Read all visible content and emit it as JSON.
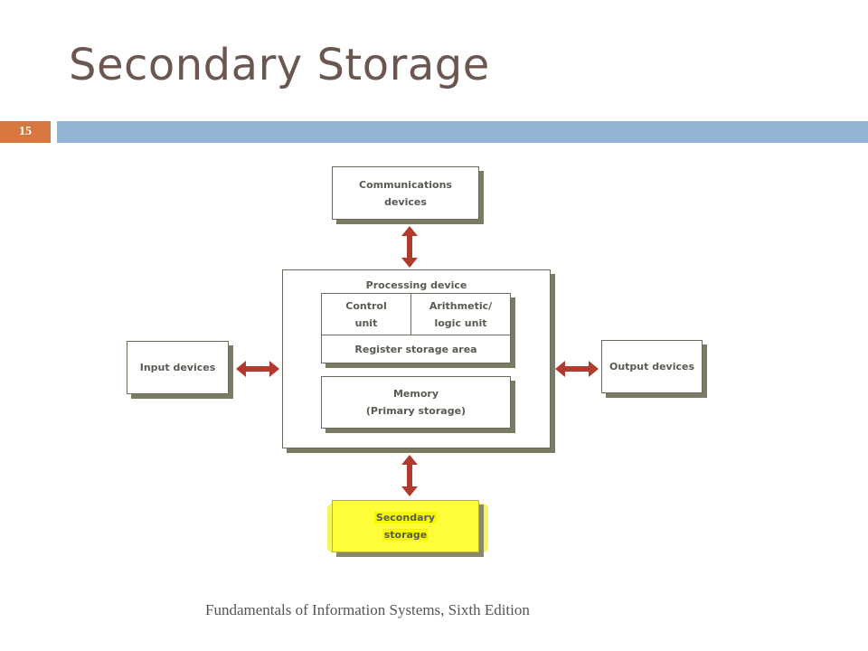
{
  "slide": {
    "title": "Secondary Storage",
    "number": "15",
    "footer": "Fundamentals of Information Systems, Sixth Edition"
  },
  "diagram": {
    "communications": [
      "Communications",
      "devices"
    ],
    "processing_label": "Processing device",
    "control_unit": [
      "Control",
      "unit"
    ],
    "alu": [
      "Arithmetic/",
      "logic unit"
    ],
    "register": "Register storage area",
    "memory": [
      "Memory",
      "(Primary storage)"
    ],
    "input": "Input devices",
    "output": "Output devices",
    "secondary": [
      "Secondary",
      "storage"
    ]
  },
  "colors": {
    "title": "#6b5650",
    "slide_number_bg": "#d8763f",
    "rule": "#93b4d5",
    "arrow": "#b03a2e",
    "highlight": "#f4f560"
  }
}
